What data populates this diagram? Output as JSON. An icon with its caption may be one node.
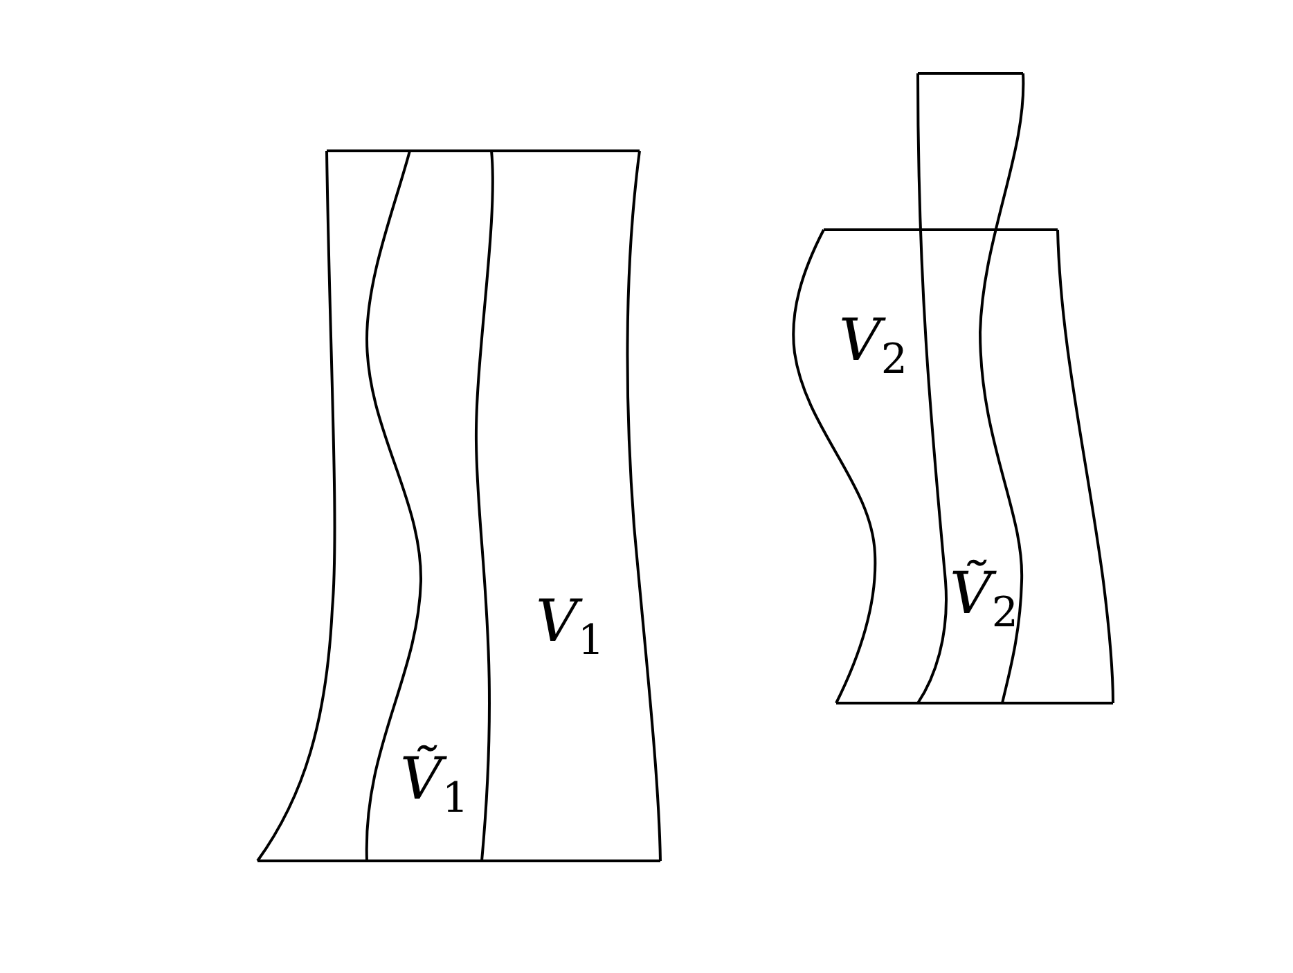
{
  "diagram": {
    "labels": [
      "V$_{2}$",
      "Ṽ$_{2}$",
      "V$_{1}$",
      "Ṽ$_{1}$"
    ]
  }
}
